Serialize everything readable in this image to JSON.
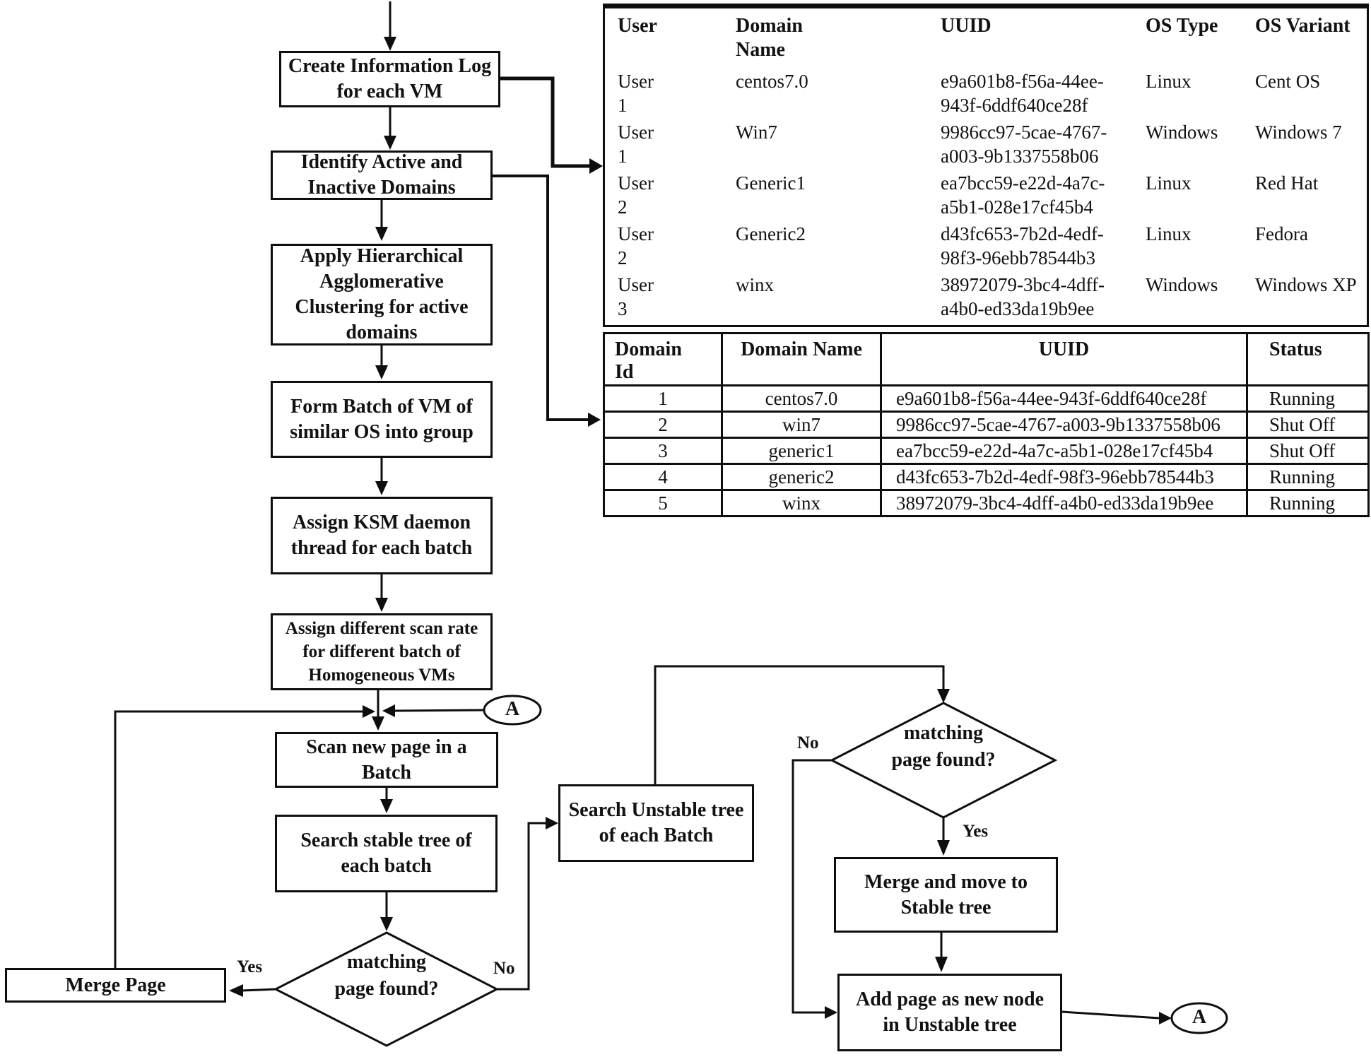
{
  "flowchart": {
    "nodes": {
      "create_log": "Create Information Log for each VM",
      "identify_domains": "Identify Active and Inactive Domains",
      "apply_clustering": "Apply Hierarchical Agglomerative Clustering for active domains",
      "form_batch": "Form Batch of VM of similar OS into group",
      "assign_ksm": "Assign KSM daemon thread for each batch",
      "assign_scan_rate": "Assign different scan rate for different batch of Homogeneous VMs",
      "scan_new_page": "Scan new page in a Batch",
      "search_stable": "Search stable tree of each batch",
      "matching_found_1": "matching page found?",
      "merge_page": "Merge Page",
      "search_unstable": "Search Unstable tree of each Batch",
      "matching_found_2": "matching page found?",
      "merge_move_stable": "Merge and move to Stable tree",
      "add_new_node": "Add page as new node in Unstable tree",
      "connector_a": "A"
    },
    "edge_labels": {
      "yes1": "Yes",
      "no1": "No",
      "no2": "No",
      "yes2": "Yes"
    }
  },
  "tables": {
    "vm_info": {
      "headers": [
        "User",
        "Domain Name",
        "UUID",
        "OS Type",
        "OS Variant"
      ],
      "rows": [
        [
          "User 1",
          "centos7.0",
          "e9a601b8-f56a-44ee-943f-6ddf640ce28f",
          "Linux",
          "Cent OS"
        ],
        [
          "User 1",
          "Win7",
          "9986cc97-5cae-4767-a003-9b1337558b06",
          "Windows",
          "Windows 7"
        ],
        [
          "User 2",
          "Generic1",
          "ea7bcc59-e22d-4a7c-a5b1-028e17cf45b4",
          "Linux",
          "Red Hat"
        ],
        [
          "User 2",
          "Generic2",
          "d43fc653-7b2d-4edf-98f3-96ebb78544b3",
          "Linux",
          "Fedora"
        ],
        [
          "User 3",
          "winx",
          "38972079-3bc4-4dff-a4b0-ed33da19b9ee",
          "Windows",
          "Windows XP"
        ]
      ]
    },
    "domain_status": {
      "headers": [
        "Domain Id",
        "Domain Name",
        "UUID",
        "Status"
      ],
      "rows": [
        [
          "1",
          "centos7.0",
          "e9a601b8-f56a-44ee-943f-6ddf640ce28f",
          "Running"
        ],
        [
          "2",
          "win7",
          "9986cc97-5cae-4767-a003-9b1337558b06",
          "Shut Off"
        ],
        [
          "3",
          "generic1",
          "ea7bcc59-e22d-4a7c-a5b1-028e17cf45b4",
          "Shut Off"
        ],
        [
          "4",
          "generic2",
          "d43fc653-7b2d-4edf-98f3-96ebb78544b3",
          "Running"
        ],
        [
          "5",
          "winx",
          "38972079-3bc4-4dff-a4b0-ed33da19b9ee",
          "Running"
        ]
      ]
    }
  },
  "colors": {
    "line": "#0e0e0e",
    "text": "#121212",
    "background": "#ffffff"
  }
}
